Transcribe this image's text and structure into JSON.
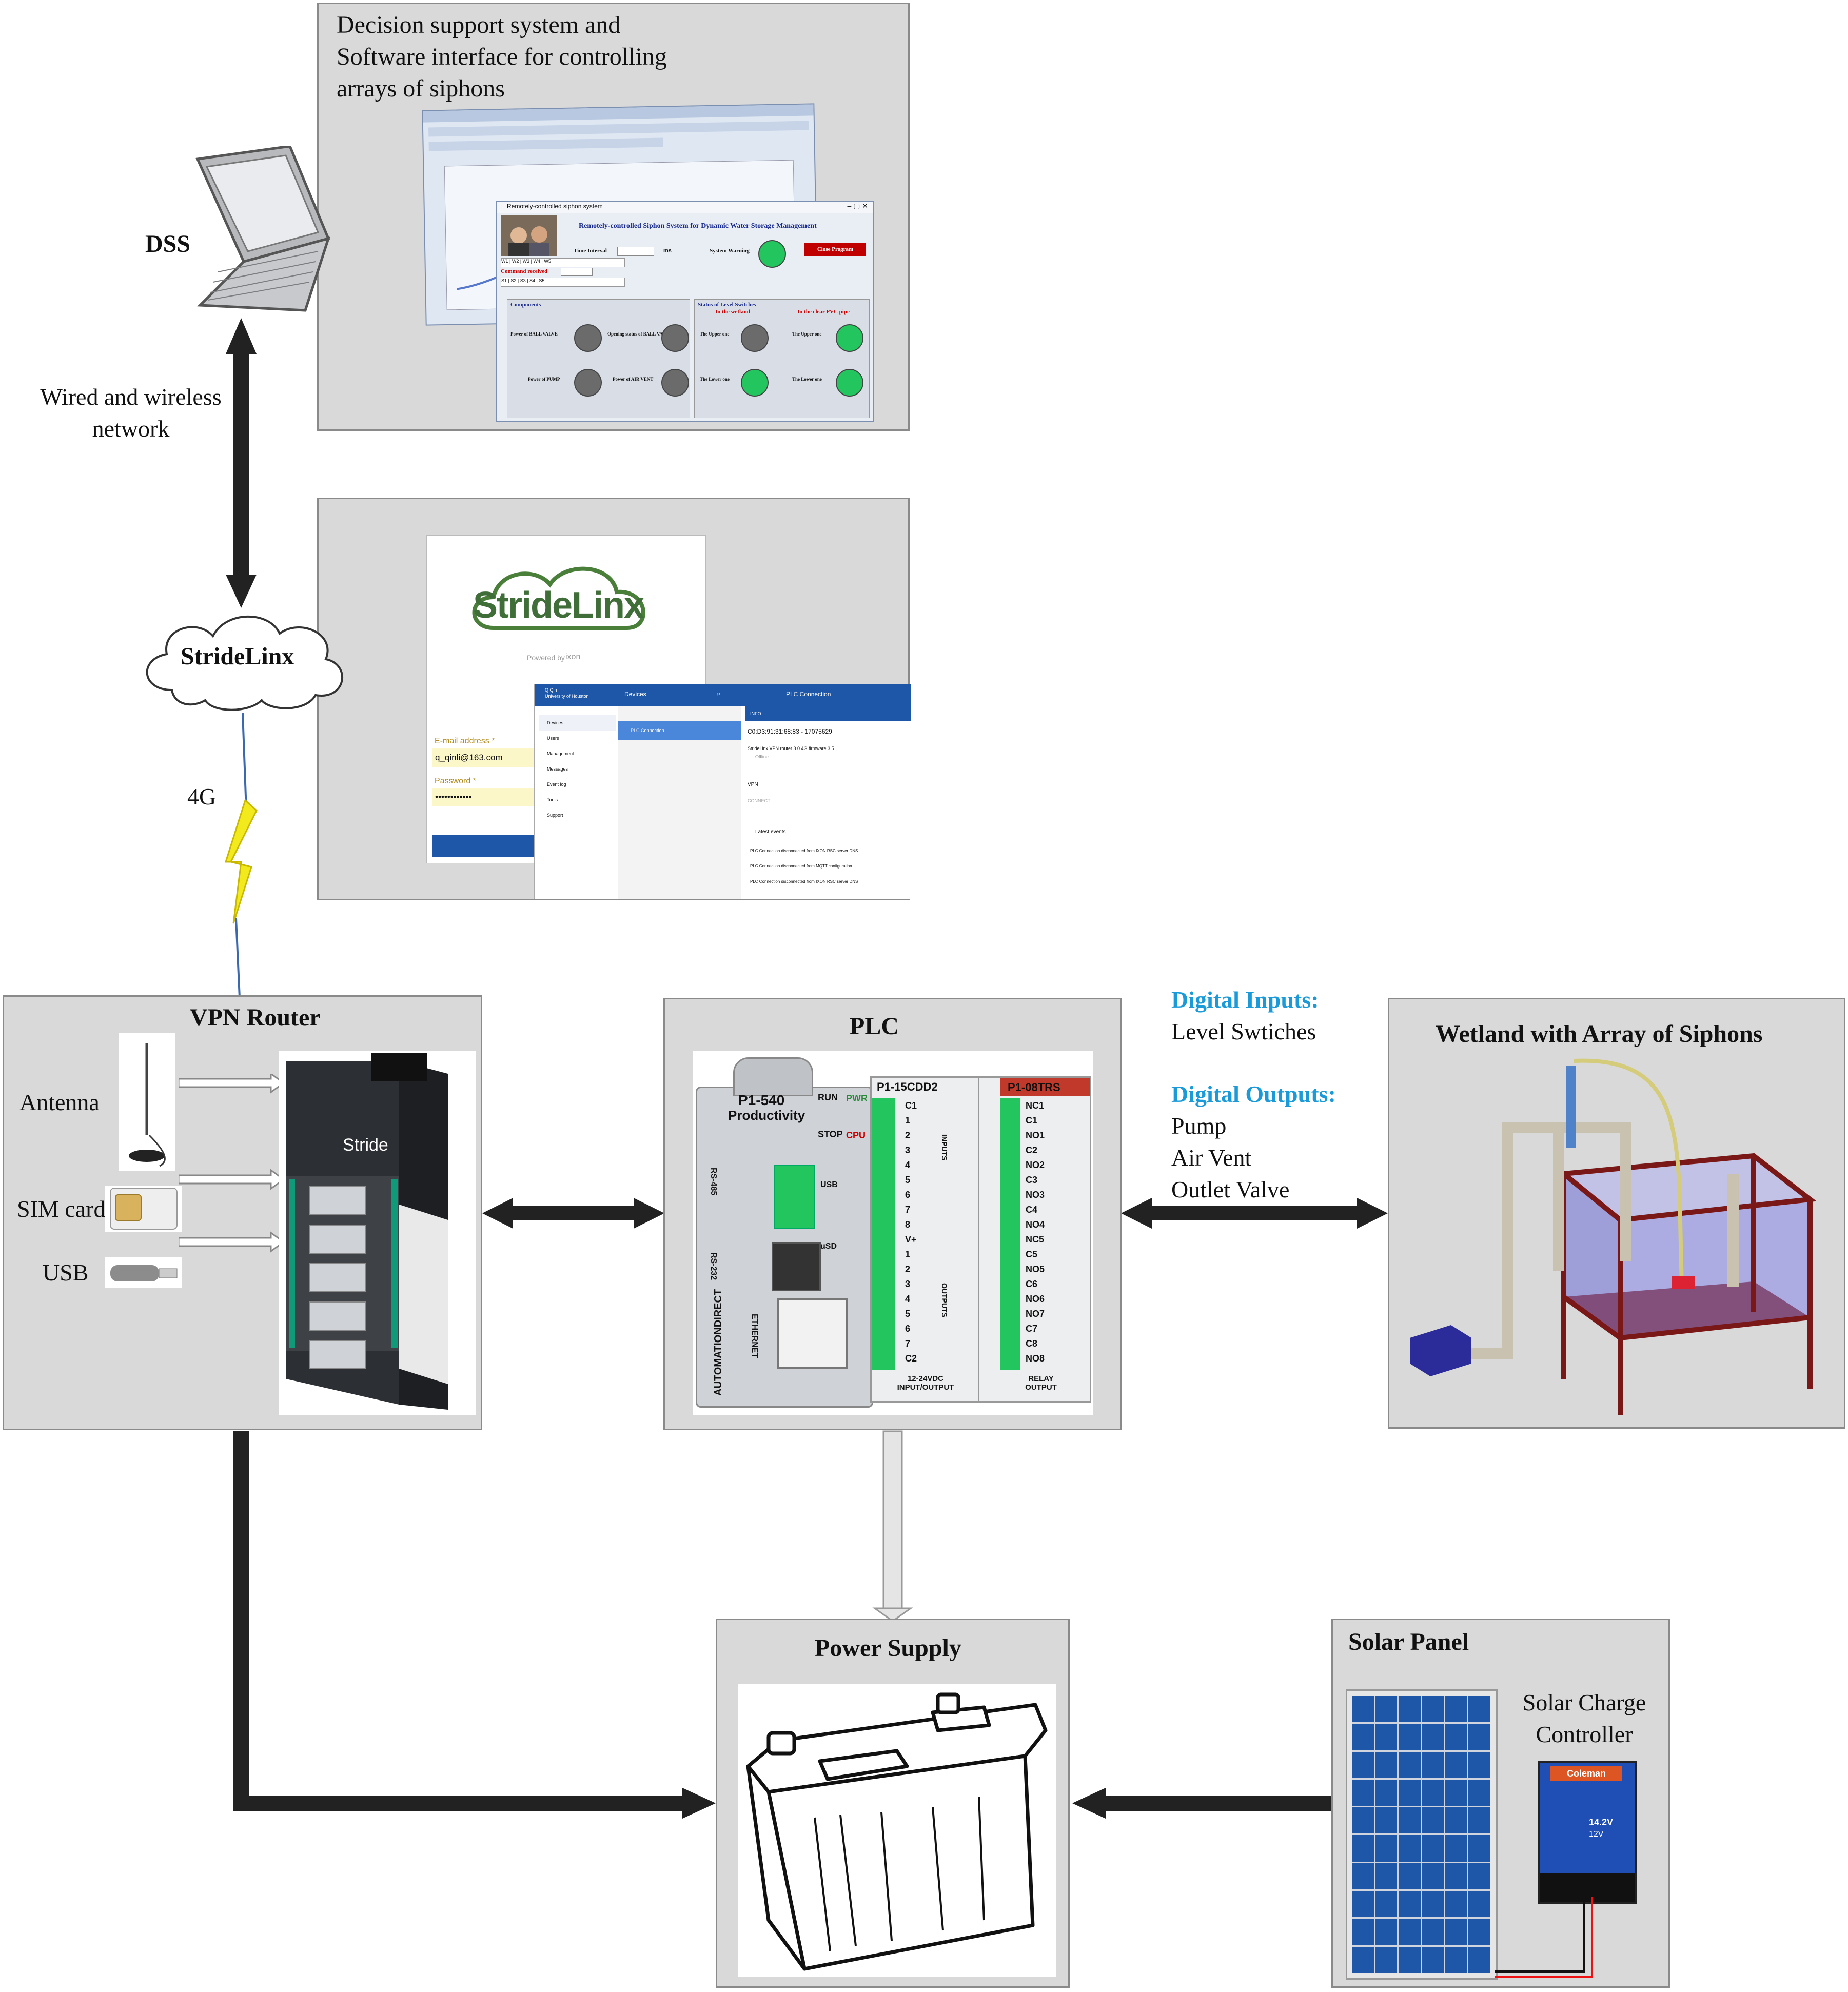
{
  "dss": {
    "panel_title": "Decision support system  and\nSoftware interface for controlling\narrays of siphons",
    "label": "DSS",
    "app": {
      "window_title": "Remotely-controlled siphon system",
      "header": "Remotely-controlled Siphon System for Dynamic Water Storage Management",
      "time_interval_label": "Time Interval",
      "time_interval_unit": "ms",
      "system_warning_label": "System Warning",
      "close_button": "Close Program",
      "command_received_label": "Command received",
      "components_title": "Components",
      "status_title": "Status of Level Switches",
      "wetland_col": "In the wetland",
      "pipe_col": "In the clear PVC pipe",
      "power_ball_valve": "Power of BALL VALVE",
      "opening_ball_valve": "Opening status of BALL VALVE",
      "power_pump": "Power of PUMP",
      "power_air_vent": "Power of AIR VENT",
      "upper_one": "The Upper one",
      "lower_one": "The Lower one"
    }
  },
  "network": {
    "wired_label": "Wired and wireless\nnetwork",
    "fourg_label": "4G"
  },
  "stridelinx": {
    "cloud_label": "StrideLinx",
    "logo_text": "StrideLinx",
    "powered_by": "Powered by",
    "powered_brand": "ixon",
    "email_label": "E-mail address *",
    "email_value": "q_qinli@163.com",
    "password_label": "Password *",
    "password_value": "••••••••••••",
    "portal": {
      "account": "Q Qin\nUniversity of Houston",
      "devices_header": "Devices",
      "connection_header": "PLC Connection",
      "nav": [
        "Devices",
        "Users",
        "Management",
        "Messages",
        "Event log",
        "Tools",
        "Support"
      ],
      "device_item": "PLC Connection",
      "tab_info": "INFO",
      "mac": "C0:D3:91:31:68:83 - 17075629",
      "router_info": "StrideLinx VPN router 3.0 4G  firmware 3.5",
      "status": "Offline",
      "vpn": "VPN",
      "connect": "CONNECT",
      "latest_events": "Latest events",
      "events": [
        "PLC Connection disconnected from IXON RSC server DNS",
        "PLC Connection disconnected from MQTT configuration",
        "PLC Connection disconnected from IXON RSC server DNS"
      ]
    }
  },
  "vpn_router": {
    "title": "VPN Router",
    "antenna_label": "Antenna",
    "sim_label": "SIM card",
    "usb_label": "USB",
    "device_brand": "Stride"
  },
  "plc": {
    "title": "PLC",
    "cpu_model": "P1-540",
    "cpu_name": "Productivity",
    "run": "RUN",
    "stop": "STOP",
    "pwr": "PWR",
    "cpu": "CPU",
    "rs485": "RS-485",
    "rs232": "RS-232",
    "ethernet": "ETHERNET",
    "usb": "USB",
    "sd": "uSD",
    "brand": "AUTOMATIONDIRECT",
    "io_model": "P1-15CDD2",
    "io_inputs": "INPUTS",
    "io_outputs": "OUTPUTS",
    "io_terms": [
      "C1",
      "1",
      "2",
      "3",
      "4",
      "5",
      "6",
      "7",
      "8",
      "V+",
      "1",
      "2",
      "3",
      "4",
      "5",
      "6",
      "7",
      "C2"
    ],
    "io_bottom": "12-24VDC\nINPUT/OUTPUT",
    "relay_model": "P1-08TRS",
    "relay_terms": [
      "NC1",
      "C1",
      "NO1",
      "C2",
      "NO2",
      "C3",
      "NO3",
      "C4",
      "NO4",
      "NC5",
      "C5",
      "NO5",
      "C6",
      "NO6",
      "NO7",
      "C7",
      "C8",
      "NO8"
    ],
    "relay_bottom": "RELAY\nOUTPUT"
  },
  "signals": {
    "inputs_heading": "Digital Inputs:",
    "inputs_items": [
      "Level Swtiches"
    ],
    "outputs_heading": "Digital Outputs:",
    "outputs_items": [
      "Pump",
      "Air Vent",
      "Outlet Valve"
    ]
  },
  "wetland": {
    "title": "Wetland with Array of Siphons"
  },
  "power_supply": {
    "title": "Power Supply"
  },
  "solar": {
    "title": "Solar Panel",
    "controller_label": "Solar Charge\nController",
    "controller_brand": "Coleman",
    "controller_value": "14.2V",
    "controller_voltage": "12V"
  },
  "colors": {
    "panel": "#d9d9d9",
    "arrow": "#222222",
    "accent_blue": "#1a9ad8",
    "lamp_green": "#22c55e",
    "lamp_gray": "#6b6b6b",
    "portal_blue": "#1f57a8"
  }
}
